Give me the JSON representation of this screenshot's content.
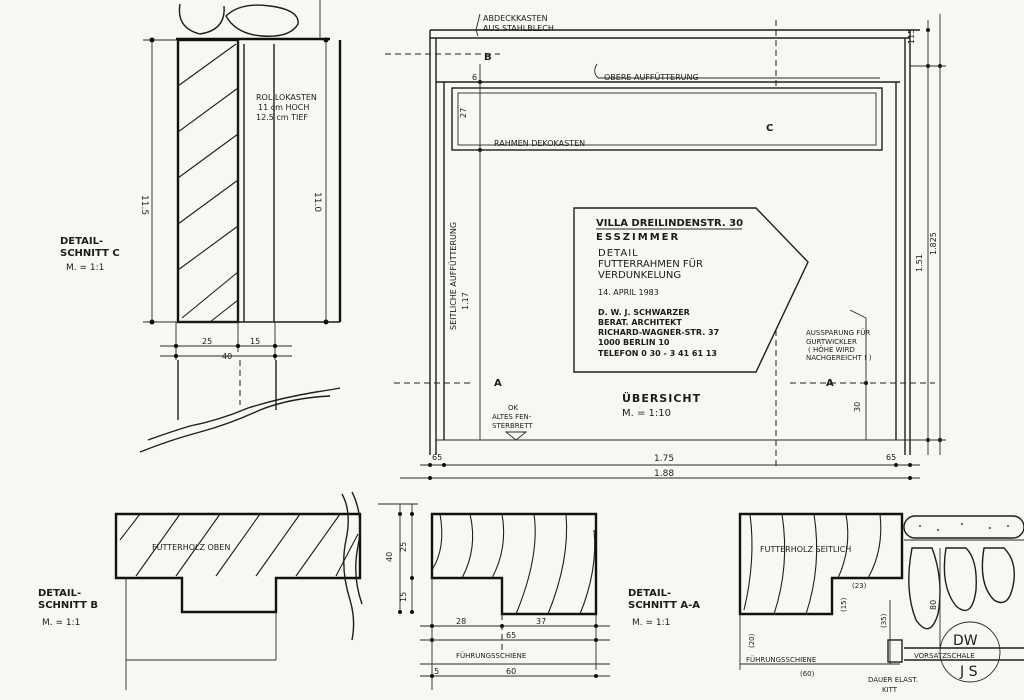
{
  "detail_c": {
    "title_line1": "DETAIL-",
    "title_line2": "SCHNITT  C",
    "scale": "M. = 1:1",
    "rollokasten_line1": "ROL LOKASTEN",
    "rollokasten_line2": "11 cm HOCH",
    "rollokasten_line3": "12.5 cm TIEF",
    "dim_left": "11.5",
    "dim_right": "11.0",
    "dim_25": "25",
    "dim_15": "15",
    "dim_40": "40"
  },
  "overview": {
    "abdeckkasten_line1": "ABDECKKASTEN",
    "abdeckkasten_line2": "AUS STAHLBLECH",
    "label_b": "B",
    "label_c": "C",
    "label_a_left": "A",
    "label_a_right": "A",
    "obere": "OBERE  AUFFÜTTERUNG",
    "rahmen": "RAHMEN  DEKOKASTEN",
    "seitliche": "SEITLICHE  AUFFÜTTERUNG",
    "dim_6": "6",
    "dim_27": "27",
    "dim_117": "1.17",
    "dim_151": "1.51",
    "dim_1825": "1.825",
    "dim_115": "115",
    "dim_30": "30",
    "dim_175": "1.75",
    "dim_188": "1.88",
    "dim_65_left": "65",
    "dim_65_right": "65",
    "aussparung_line1": "AUSSPARUNG  FÜR",
    "aussparung_line2": "GURTWICKLER",
    "aussparung_line3": "( HÖHE WIRD",
    "aussparung_line4": "NACHGEREICHT ! )",
    "ok_line1": "OK",
    "ok_line2": "ALTES FEN-",
    "ok_line3": "STERBRETT",
    "title": "ÜBERSICHT",
    "scale": "M. = 1:10"
  },
  "title_block": {
    "project": "VILLA  DREILINDENSTR. 30",
    "room": "ESSZIMMER",
    "detail_line1": "DETAIL",
    "detail_line2": "FUTTERRAHMEN  FÜR",
    "detail_line3": "VERDUNKELUNG",
    "date": "14. APRIL  1983",
    "architect_line1": "D. W. J.  SCHWARZER",
    "architect_line2": "BERAT.  ARCHITEKT",
    "architect_line3": "RICHARD-WAGNER-STR. 37",
    "architect_line4": "1000  BERLIN  10",
    "architect_line5": "TELEFON  0 30 - 3 41 61 13"
  },
  "detail_b": {
    "title_line1": "DETAIL-",
    "title_line2": "SCHNITT  B",
    "scale": "M. = 1:1",
    "futterholz": "FUTTERHOLZ  OBEN",
    "dim_40": "40",
    "dim_25": "25",
    "dim_15": "15"
  },
  "detail_aa": {
    "title_line1": "DETAIL-",
    "title_line2": "SCHNITT  A-A",
    "scale": "M. = 1:1",
    "dim_28": "28",
    "dim_37": "37",
    "dim_65": "65",
    "dim_60": "60",
    "dim_5": "5",
    "fuehrungsschiene": "FÜHRUNGSSCHIENE"
  },
  "detail_seitlich": {
    "futterholz": "FUTTERHOLZ  SEITLICH",
    "dim_23": "(23)",
    "dim_15": "(15)",
    "dim_35": "(35)",
    "dim_20": "(20)",
    "dim_60": "(60)",
    "dim_80": "80",
    "fuehrungsschiene": "FÜHRUNGSSCHIENE",
    "vorsatzschale": "VORSATZSCHALE",
    "kitt_line1": "DAUER ELAST.",
    "kitt_line2": "KITT",
    "stamp_top": "DW",
    "stamp_bottom": "J S"
  }
}
